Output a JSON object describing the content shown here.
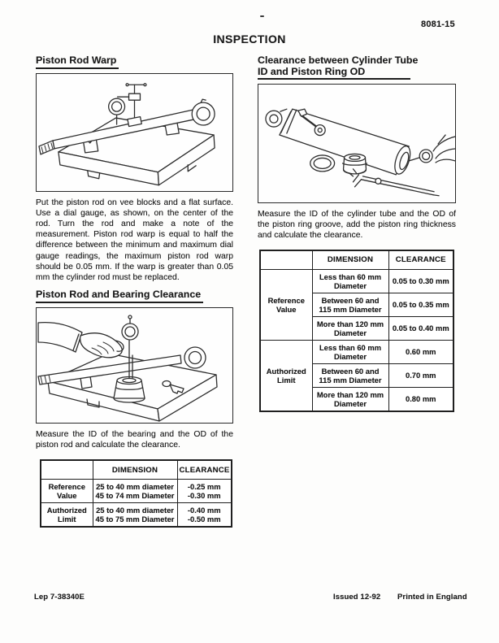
{
  "page": {
    "code": "8081-15",
    "title": "INSPECTION",
    "footer": {
      "doc_code": "Lep 7-38340E",
      "issued": "Issued 12-92",
      "printed": "Printed in England"
    }
  },
  "left": {
    "warp": {
      "heading": "Piston Rod Warp",
      "body": "Put the piston rod on vee blocks and a flat surface. Use a dial gauge, as shown, on the center of the rod. Turn the rod and make a note of the measurement. Piston rod warp is equal to half the difference between the minimum and maximum dial gauge readings, the maximum piston rod warp should be 0.05 mm. If the warp is greater than 0.05 mm the cylinder rod must be replaced."
    },
    "bearing": {
      "heading": "Piston Rod and Bearing Clearance",
      "body": "Measure the ID of the bearing and the OD of the piston rod and calculate the clearance.",
      "table": {
        "col_dimension": "DIMENSION",
        "col_clearance": "CLEARANCE",
        "rows": [
          {
            "label": "Reference Value",
            "dimension": [
              "25 to 40 mm diameter",
              "45 to 74 mm Diameter"
            ],
            "clearance": [
              "-0.25 mm",
              "-0.30 mm"
            ]
          },
          {
            "label": "Authorized Limit",
            "dimension": [
              "25 to 40 mm diameter",
              "45 to 75 mm Diameter"
            ],
            "clearance": [
              "-0.40 mm",
              "-0.50 mm"
            ]
          }
        ]
      }
    }
  },
  "right": {
    "heading_line1": "Clearance between Cylinder Tube",
    "heading_line2": "ID and Piston Ring OD",
    "body": "Measure the ID of the cylinder tube and the OD of the piston ring groove, add the piston ring thickness and calculate the clearance.",
    "table": {
      "col_dimension": "DIMENSION",
      "col_clearance": "CLEARANCE",
      "groups": [
        {
          "label": "Reference Value",
          "rows": [
            {
              "dimension": [
                "Less than 60 mm",
                "Diameter"
              ],
              "clearance": "0.05 to 0.30 mm"
            },
            {
              "dimension": [
                "Between 60 and",
                "115 mm Diameter"
              ],
              "clearance": "0.05 to 0.35 mm"
            },
            {
              "dimension": [
                "More than 120 mm",
                "Diameter"
              ],
              "clearance": "0.05 to 0.40 mm"
            }
          ]
        },
        {
          "label": "Authorized Limit",
          "rows": [
            {
              "dimension": [
                "Less than 60 mm",
                "Diameter"
              ],
              "clearance": "0.60 mm"
            },
            {
              "dimension": [
                "Between 60 and",
                "115 mm Diameter"
              ],
              "clearance": "0.70 mm"
            },
            {
              "dimension": [
                "More than 120 mm",
                "Diameter"
              ],
              "clearance": "0.80 mm"
            }
          ]
        }
      ]
    }
  }
}
